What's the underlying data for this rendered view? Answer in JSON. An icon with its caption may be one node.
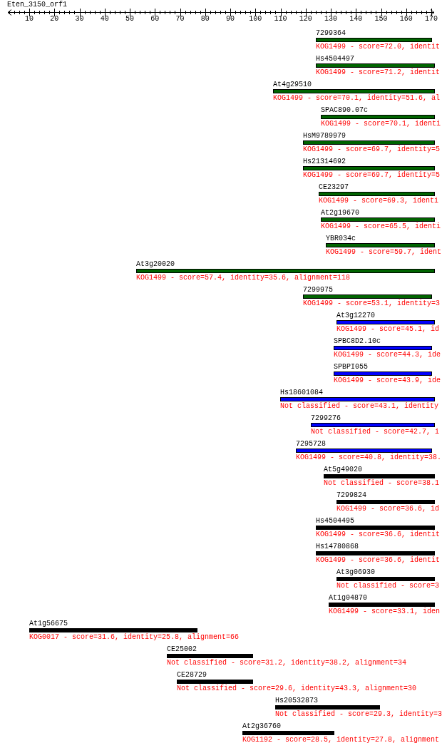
{
  "diagram": {
    "title": "Eten_3150_orf1",
    "nodes": [
      {
        "text": [
          "7299364",
          "KOG1499 - score=72.0, identit"
        ]
      },
      {
        "text": [
          "Hs4504497",
          "KOG1499 - score=71.2, identit"
        ]
      },
      {
        "text": [
          "At4g29510",
          "KOG1499 - score=70.1, identity=51.6, al"
        ]
      },
      {
        "text": [
          "SPAC890.07c",
          "KOG1499 - score=70.1, identi"
        ]
      },
      {
        "text": [
          "HsM9789979",
          "KOG1499 - score=69.7, identity=5"
        ]
      },
      {
        "text": [
          "Hs21314692",
          "KOG1499 - score=69.7, identity=5"
        ]
      },
      {
        "text": [
          "CE23297",
          "KOG1499 - score=69.3, identi"
        ]
      },
      {
        "text": [
          "At2g19670",
          "KOG1499 - score=65.5, identi"
        ]
      },
      {
        "text": [
          "YBR034c",
          "KOG1499 - score=59.7, ident"
        ]
      },
      {
        "text": [
          "At3g20020",
          "KOG1499 - score=57.4, identity=35.6, alignment=118"
        ]
      },
      {
        "text": [
          "7299975",
          "KOG1499 - score=53.1, identity=3"
        ]
      },
      {
        "text": [
          "At3g12270",
          "KOG1499 - score=45.1, id"
        ]
      },
      {
        "text": [
          "SPBC8D2.10c",
          "KOG1499 - score=44.3, ide"
        ]
      },
      {
        "text": [
          "SPBPI055",
          "KOG1499 - score=43.9, ide"
        ]
      },
      {
        "text": [
          "Hs18601084",
          "Not classified - score=43.1, identity"
        ]
      },
      {
        "text": [
          "7299276",
          "Not classified - score=42.7, i"
        ]
      },
      {
        "text": [
          "7295728",
          "KOG1499 - score=40.8, identity=38."
        ]
      },
      {
        "text": [
          "At5g49020",
          "Not classified - score=38.1"
        ]
      },
      {
        "text": [
          "7299824",
          "KOG1499 - score=36.6, id"
        ]
      },
      {
        "text": [
          "Hs4504495",
          "KOG1499 - score=36.6, identit"
        ]
      },
      {
        "text": [
          "Hs14780868",
          "KOG1499 - score=36.6, identit"
        ]
      },
      {
        "text": [
          "At3g06930",
          "Not classified - score=3"
        ]
      },
      {
        "text": [
          "At1g04870",
          "KOG1499 - score=33.1, iden"
        ]
      },
      {
        "text": [
          "At1g56675",
          "KOG0017 - score=31.6, identity=25.8, alignment=66"
        ]
      },
      {
        "text": [
          "CE25002",
          "Not classified - score=31.2, identity=38.2, alignment=34"
        ]
      },
      {
        "text": [
          "CE28729",
          "Not classified - score=29.6, identity=43.3, alignment=30"
        ]
      },
      {
        "text": [
          "Hs20532873",
          "Not classified - score=29.3, identity=3"
        ]
      },
      {
        "text": [
          "At2g36760",
          "KOG1192 - score=28.5, identity=27.8, alignment"
        ]
      }
    ],
    "labels": [
      "10",
      "20",
      "30",
      "40",
      "50",
      "60",
      "70",
      "80",
      "90",
      "100",
      "110",
      "120",
      "130",
      "140",
      "150",
      "160",
      "170"
    ]
  }
}
